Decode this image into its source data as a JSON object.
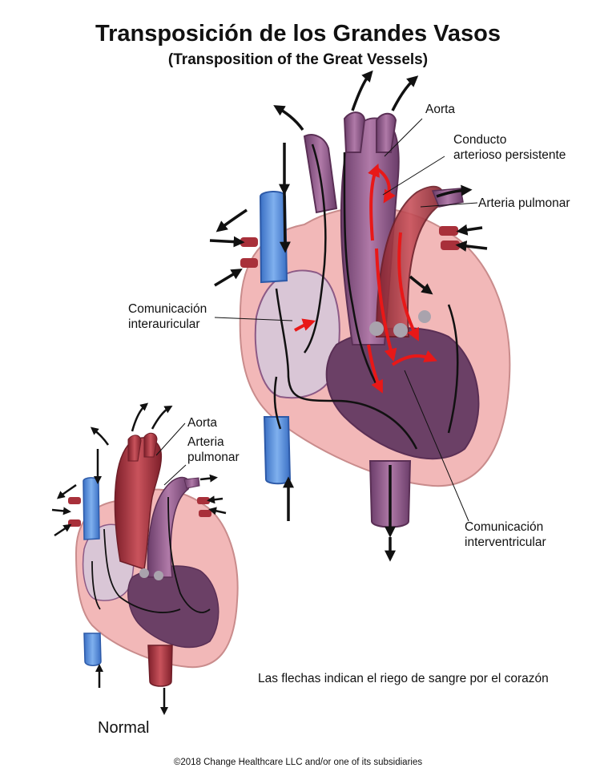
{
  "title": "Transposición de los Grandes Vasos",
  "subtitle": "(Transposition of the Great Vessels)",
  "large_diagram": {
    "labels": {
      "aorta": "Aorta",
      "ductus_line1": "Conducto",
      "ductus_line2": "arterioso persistente",
      "pulmonary_artery": "Arteria pulmonar",
      "asd_line1": "Comunicación",
      "asd_line2": "interauricular",
      "vsd_line1": "Comunicación",
      "vsd_line2": "interventricular"
    }
  },
  "normal_diagram": {
    "labels": {
      "aorta": "Aorta",
      "pulmonary_line1": "Arteria",
      "pulmonary_line2": "pulmonar"
    },
    "caption": "Normal"
  },
  "note": "Las flechas indican el riego de sangre por el corazón",
  "copyright": "©2018 Change Healthcare LLC and/or one of its subsidiaries",
  "colors": {
    "vein_blue": "#4f86d6",
    "heart_pink": "#f2b8b8",
    "heart_purple": "#8c5a86",
    "artery_red": "#a8303a",
    "oxygen_red": "#e81818",
    "arrow_black": "#111111"
  }
}
